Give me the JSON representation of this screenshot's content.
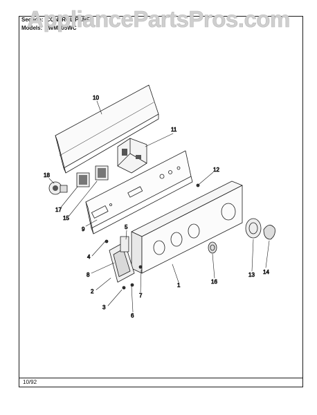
{
  "watermark": "AppliancePartsPros.com",
  "header": {
    "section_label": "Section:",
    "section_value": "CONTROL PANEL",
    "models_label": "Models:",
    "models_value": "LWM205WC"
  },
  "footer": {
    "date": "10/92"
  },
  "callouts": [
    "1",
    "2",
    "3",
    "4",
    "5",
    "6",
    "7",
    "8",
    "9",
    "10",
    "11",
    "12",
    "13",
    "14",
    "15",
    "16",
    "17",
    "18"
  ]
}
